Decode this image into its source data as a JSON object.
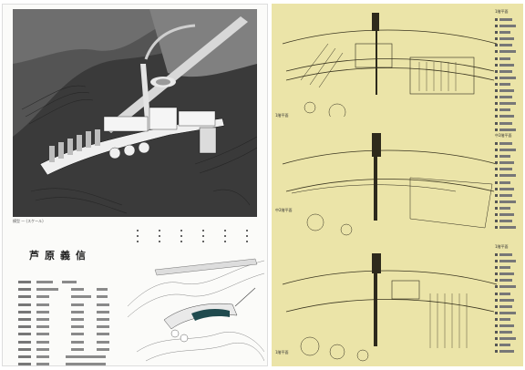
{
  "architect": {
    "name": "芦原義信"
  },
  "photo": {
    "caption": "模型 — (スケール)"
  },
  "credits": {
    "row_count": 12
  },
  "plans": [
    {
      "label": "1階平面"
    },
    {
      "label": "中2階平面"
    },
    {
      "label": "1階平面"
    }
  ],
  "legend": {
    "headings": [
      "1階平面",
      "中2階平面",
      "1階平面"
    ]
  },
  "colors": {
    "right_page_paper": "#ebe4a8",
    "left_page_paper": "#fbfbf9",
    "model_terrain": "#3a3a3a",
    "site_water": "#1f4a4e"
  }
}
